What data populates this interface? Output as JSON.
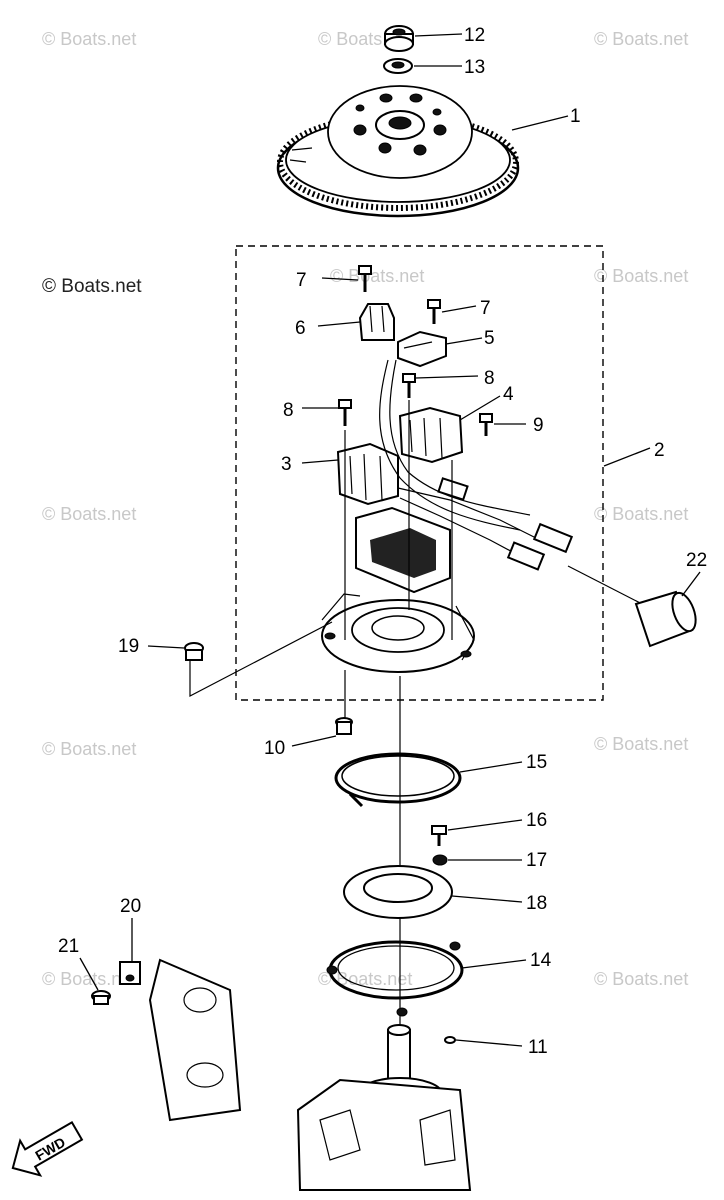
{
  "watermarks": [
    {
      "text": "© Boats.net"
    },
    {
      "text": "© Boats.net"
    },
    {
      "text": "© Boats.net"
    },
    {
      "text": "© Boats.net"
    },
    {
      "text": "© Boats.net"
    },
    {
      "text": "© Boats.net"
    },
    {
      "text": "© Boats.net"
    },
    {
      "text": "© Boats.net"
    },
    {
      "text": "© Boats.net"
    },
    {
      "text": "© Boats.net"
    },
    {
      "text": "© Boats.net"
    },
    {
      "text": "© Boats.net"
    },
    {
      "text": "© Boats.net"
    }
  ],
  "callouts": [
    {
      "label": "1"
    },
    {
      "label": "2"
    },
    {
      "label": "3"
    },
    {
      "label": "4"
    },
    {
      "label": "5"
    },
    {
      "label": "6"
    },
    {
      "label": "7"
    },
    {
      "label": "7"
    },
    {
      "label": "8"
    },
    {
      "label": "8"
    },
    {
      "label": "9"
    },
    {
      "label": "10"
    },
    {
      "label": "11"
    },
    {
      "label": "12"
    },
    {
      "label": "13"
    },
    {
      "label": "14"
    },
    {
      "label": "15"
    },
    {
      "label": "16"
    },
    {
      "label": "17"
    },
    {
      "label": "18"
    },
    {
      "label": "19"
    },
    {
      "label": "20"
    },
    {
      "label": "21"
    },
    {
      "label": "22"
    }
  ],
  "direction_arrow": {
    "label": "FWD"
  }
}
